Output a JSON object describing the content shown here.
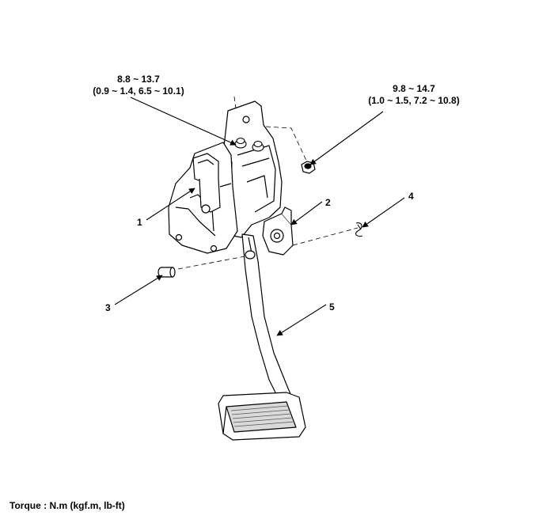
{
  "torque_specs": [
    {
      "value": "8.8 ~ 13.7",
      "converted": "(0.9 ~ 1.4, 6.5 ~ 10.1)"
    },
    {
      "value": "9.8 ~ 14.7",
      "converted": "(1.0 ~ 1.5, 7.2 ~ 10.8)"
    }
  ],
  "callouts": [
    "1",
    "2",
    "3",
    "4",
    "5"
  ],
  "legend": "Torque : N.m (kgf.m, lb-ft)",
  "colors": {
    "line": "#000000",
    "pad": "#d9d9d9"
  }
}
